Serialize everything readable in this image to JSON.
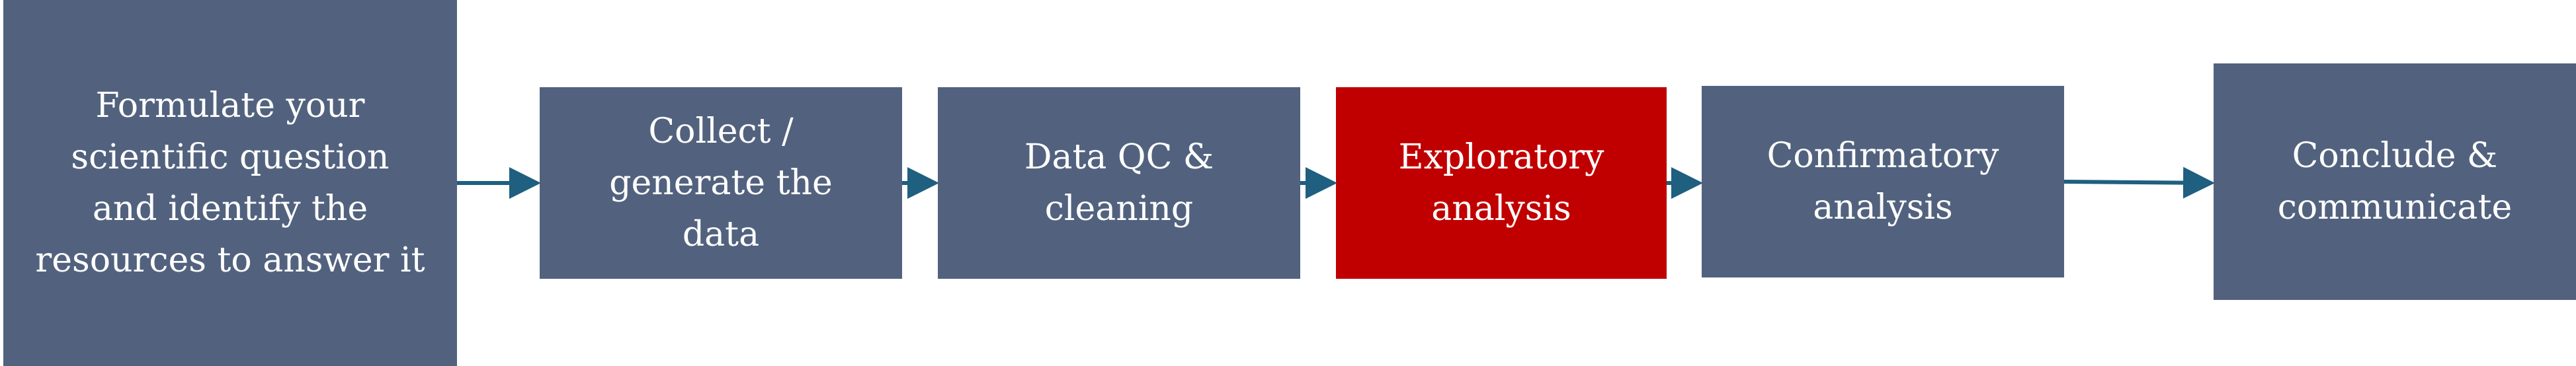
{
  "steps": [
    {
      "label": "Formulate your\nscientific question\nand identify the\nresources to answer it",
      "highlighted": false
    },
    {
      "label": "Collect /\ngenerate  the\ndata",
      "highlighted": false
    },
    {
      "label": "Data QC &\ncleaning",
      "highlighted": false
    },
    {
      "label": "Exploratory\nanalysis",
      "highlighted": true
    },
    {
      "label": "Confirmatory\nanalysis",
      "highlighted": false
    },
    {
      "label": "Conclude &\ncommunicate",
      "highlighted": false
    }
  ],
  "colors": {
    "box": "#52627e",
    "highlight": "#c00000",
    "arrow": "#1f5f80",
    "text": "#ffffff"
  }
}
